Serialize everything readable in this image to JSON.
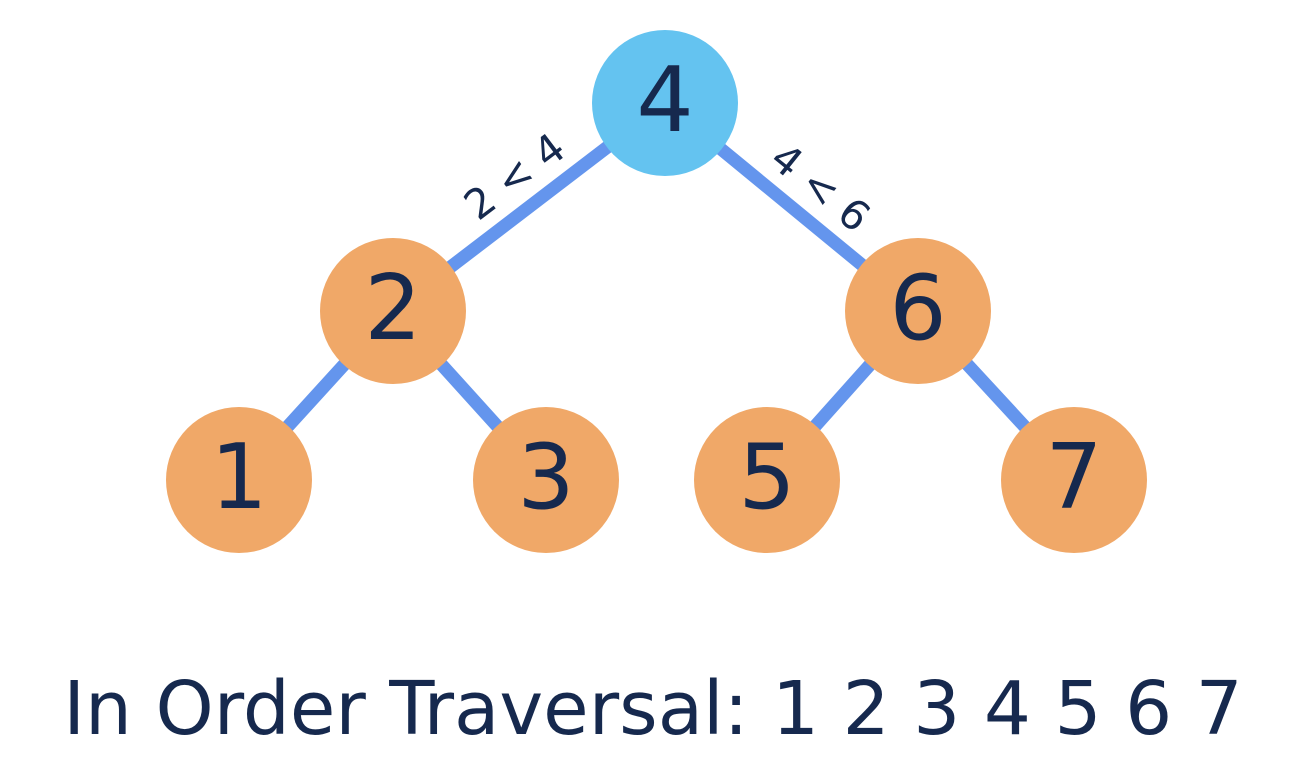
{
  "diagram": {
    "type": "binary-search-tree",
    "nodes": [
      {
        "id": "root",
        "value": "4",
        "fill": "#64C3F0"
      },
      {
        "id": "left-child",
        "value": "2",
        "fill": "#F0A868"
      },
      {
        "id": "right-child",
        "value": "6",
        "fill": "#F0A868"
      },
      {
        "id": "leaf-1",
        "value": "1",
        "fill": "#F0A868"
      },
      {
        "id": "leaf-3",
        "value": "3",
        "fill": "#F0A868"
      },
      {
        "id": "leaf-5",
        "value": "5",
        "fill": "#F0A868"
      },
      {
        "id": "leaf-7",
        "value": "7",
        "fill": "#F0A868"
      }
    ],
    "edges": [
      {
        "from": "4",
        "to": "2",
        "label": "2 < 4"
      },
      {
        "from": "4",
        "to": "6",
        "label": "4 < 6"
      },
      {
        "from": "2",
        "to": "1",
        "label": ""
      },
      {
        "from": "2",
        "to": "3",
        "label": ""
      },
      {
        "from": "6",
        "to": "5",
        "label": ""
      },
      {
        "from": "6",
        "to": "7",
        "label": ""
      }
    ],
    "colors": {
      "root_fill": "#64C3F0",
      "node_fill": "#F0A868",
      "edge_stroke": "#6495ED",
      "text": "#16294E"
    }
  },
  "caption": {
    "text": "In Order Traversal: 1 2 3 4 5 6 7"
  }
}
